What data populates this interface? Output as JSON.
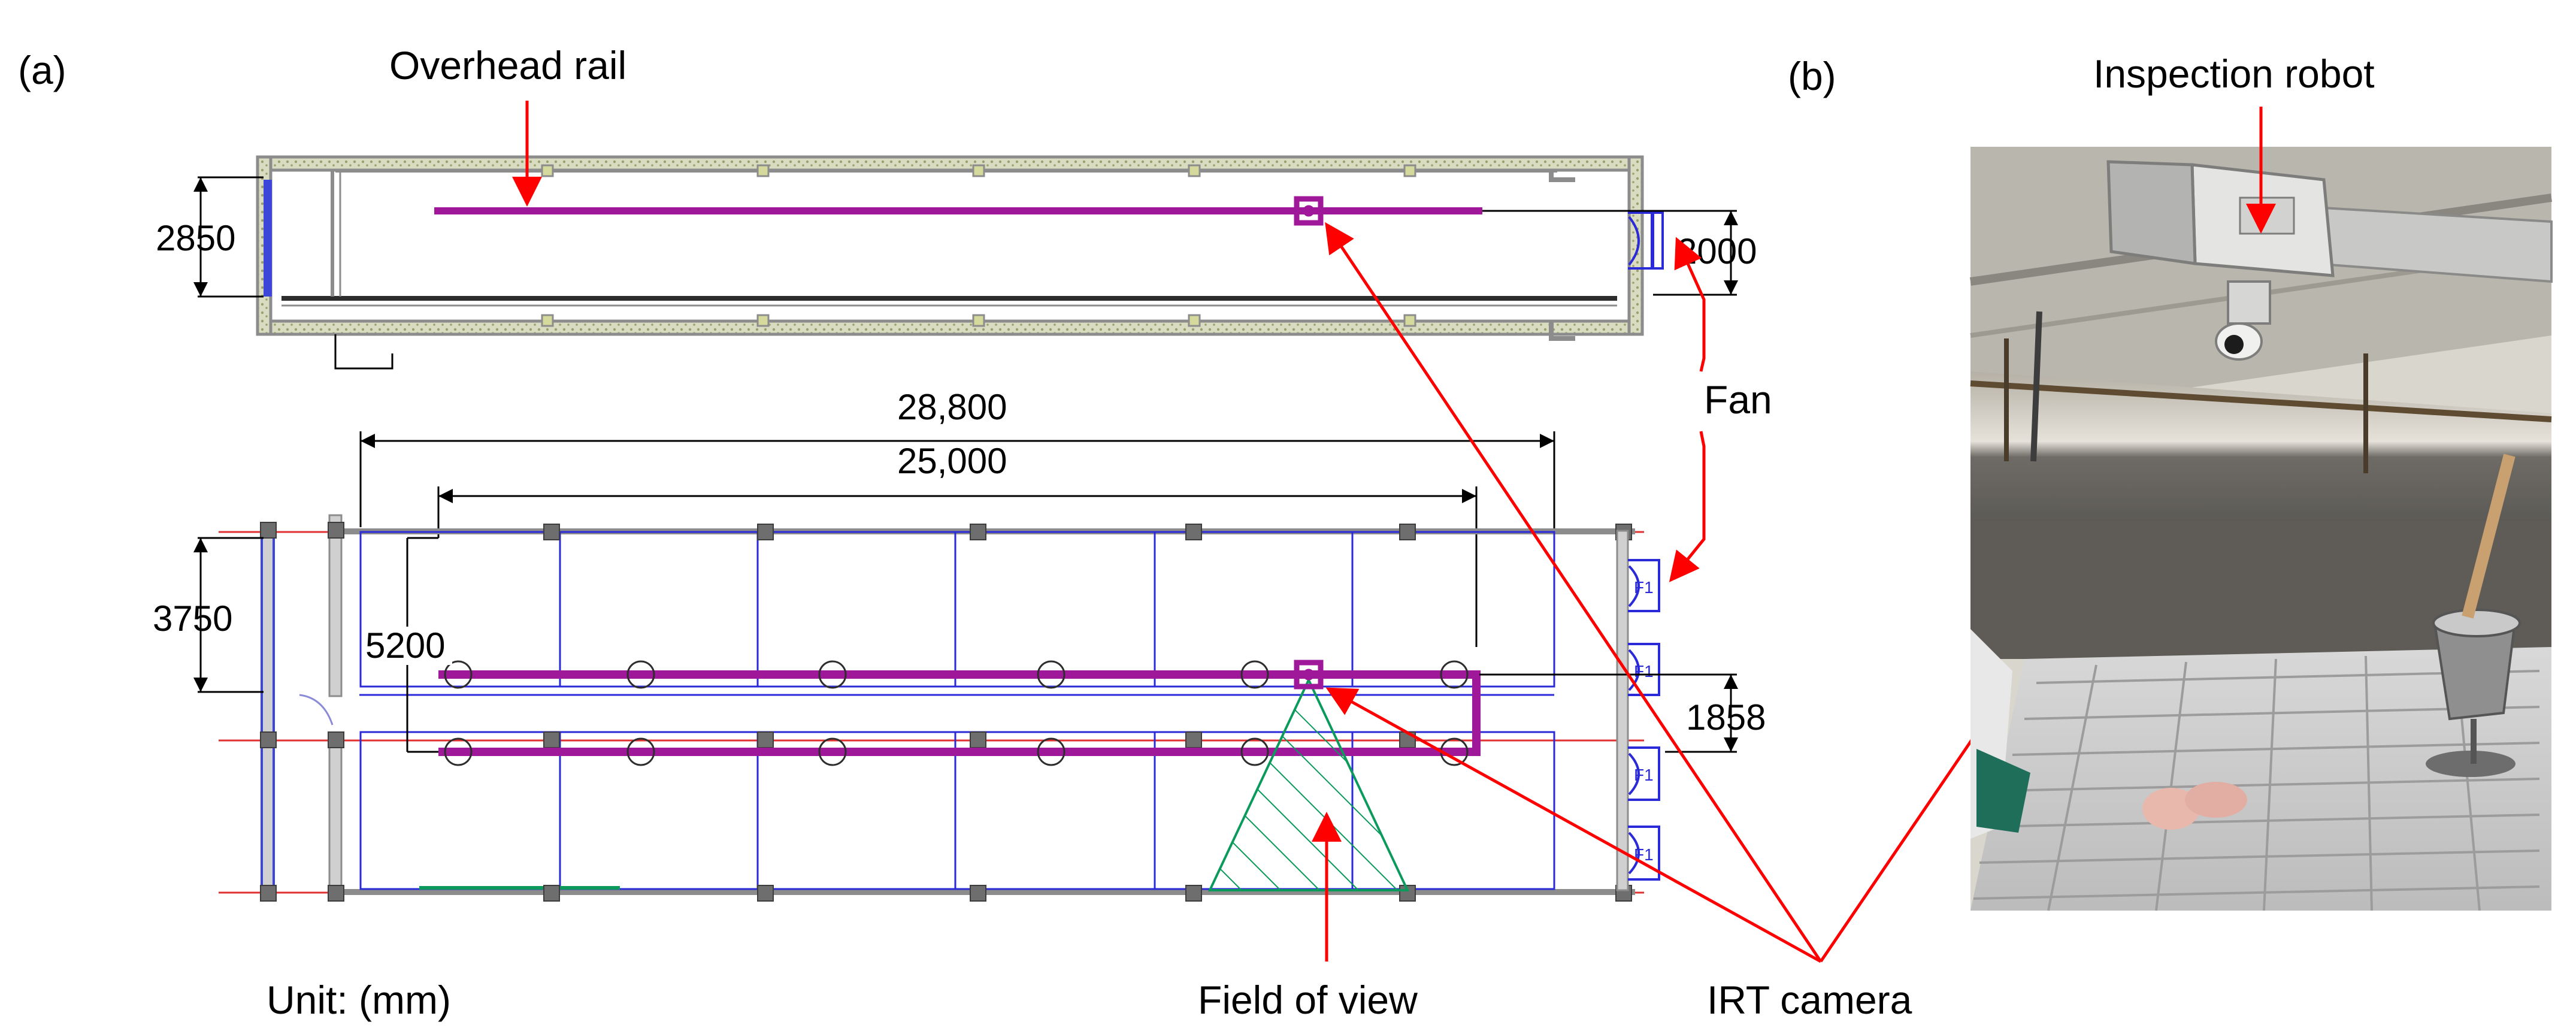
{
  "panels": {
    "a": {
      "label": "(a)"
    },
    "b": {
      "label": "(b)"
    }
  },
  "annotations": {
    "overhead_rail": "Overhead rail",
    "fan": "Fan",
    "field_of_view": "Field of view",
    "irt_camera": "IRT camera",
    "inspection_robot": "Inspection robot",
    "unit": "Unit: (mm)"
  },
  "dimensions": {
    "top_plan_width": "2850",
    "fan_spacing": "2000",
    "overall_length": "28,800",
    "rail_length": "25,000",
    "pen_width": "3750",
    "rail_span": "5200",
    "rail_separation": "1858"
  },
  "colors": {
    "rail": "#a0189a",
    "pointer_arrow": "#ff0000",
    "pen_division": "#2a2ad8",
    "fan": "#2a2ad8",
    "field_of_view": "#0c9a5c",
    "wall": "#8c8c8c",
    "wall_fill": "#cfd6a8",
    "red_wall_line": "#e03030"
  },
  "icons": {
    "robot_photo": "inspection-robot-photo",
    "fan_symbol": "fan-icon"
  }
}
